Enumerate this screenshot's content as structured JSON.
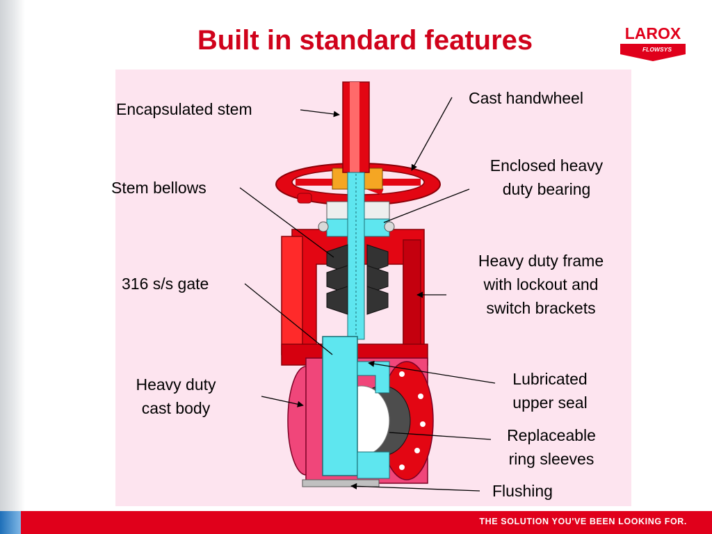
{
  "slide": {
    "title": "Built in standard features",
    "tagline": "THE SOLUTION YOU'VE BEEN LOOKING FOR."
  },
  "logo": {
    "name": "LAROX",
    "sub": "FLOWSYS",
    "color": "#e0001b"
  },
  "labels": {
    "encapsulated_stem": "Encapsulated stem",
    "cast_handwheel": "Cast handwheel",
    "stem_bellows": "Stem bellows",
    "bearing_line1": "Enclosed heavy",
    "bearing_line2": "duty bearing",
    "gate": "316 s/s gate",
    "frame_line1": "Heavy duty frame",
    "frame_line2": "with lockout and",
    "frame_line3": "switch brackets",
    "body_line1": "Heavy duty",
    "body_line2": "cast body",
    "seal_line1": "Lubricated",
    "seal_line2": "upper seal",
    "sleeves_line1": "Replaceable",
    "sleeves_line2": "ring sleeves",
    "flushing": "Flushing"
  },
  "colors": {
    "title": "#d0021b",
    "valve_red": "#e30613",
    "gate_cyan": "#5ee6ef",
    "panel_pink": "#fde4ef",
    "body_pink": "#f0467a"
  }
}
